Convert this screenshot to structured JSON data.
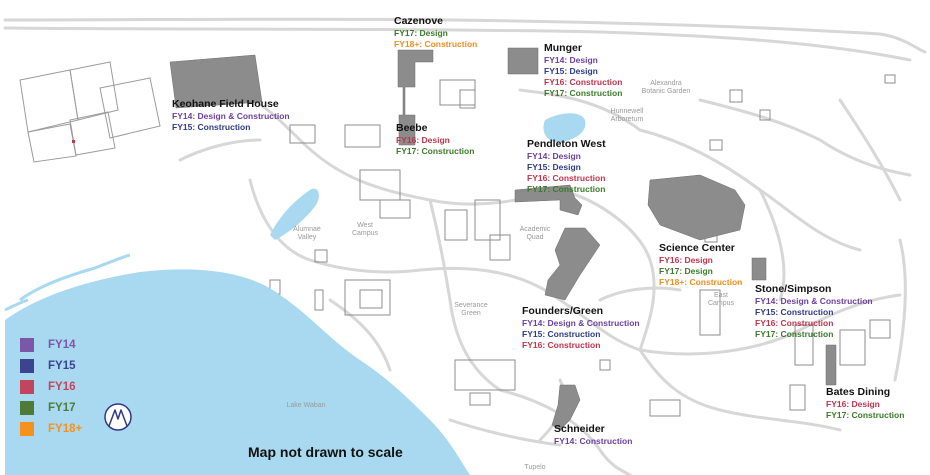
{
  "buildings": [
    {
      "id": "cazenove",
      "name": "Cazenove",
      "phases": [
        {
          "text": "FY17: Design",
          "color": "fy17"
        },
        {
          "text": "FY18+: Construction",
          "color": "fy18"
        }
      ]
    },
    {
      "id": "munger",
      "name": "Munger",
      "phases": [
        {
          "text": "FY14: Design",
          "color": "fy14"
        },
        {
          "text": "FY15: Design",
          "color": "fy15"
        },
        {
          "text": "FY16: Construction",
          "color": "fy16"
        },
        {
          "text": "FY17: Construction",
          "color": "fy17"
        }
      ]
    },
    {
      "id": "keohane",
      "name": "Keohane Field House",
      "phases": [
        {
          "text": "FY14: Design & Construction",
          "color": "fy14"
        },
        {
          "text": "FY15: Construction",
          "color": "fy15"
        }
      ]
    },
    {
      "id": "beebe",
      "name": "Beebe",
      "phases": [
        {
          "text": "FY16: Design",
          "color": "fy16"
        },
        {
          "text": "FY17: Construction",
          "color": "fy17"
        }
      ]
    },
    {
      "id": "pendleton",
      "name": "Pendleton West",
      "phases": [
        {
          "text": "FY14: Design",
          "color": "fy14"
        },
        {
          "text": "FY15: Design",
          "color": "fy15"
        },
        {
          "text": "FY16: Construction",
          "color": "fy16"
        },
        {
          "text": "FY17: Construction",
          "color": "fy17"
        }
      ]
    },
    {
      "id": "science",
      "name": "Science Center",
      "phases": [
        {
          "text": "FY16: Design",
          "color": "fy16"
        },
        {
          "text": "FY17: Design",
          "color": "fy17"
        },
        {
          "text": "FY18+: Construction",
          "color": "fy18"
        }
      ]
    },
    {
      "id": "stone",
      "name": "Stone/Simpson",
      "phases": [
        {
          "text": "FY14: Design & Construction",
          "color": "fy14"
        },
        {
          "text": "FY15: Construction",
          "color": "fy15"
        },
        {
          "text": "FY16: Construction",
          "color": "fy16"
        },
        {
          "text": "FY17: Construction",
          "color": "fy17"
        }
      ]
    },
    {
      "id": "founders",
      "name": "Founders/Green",
      "phases": [
        {
          "text": "FY14: Design & Construction",
          "color": "fy14"
        },
        {
          "text": "FY15: Construction",
          "color": "fy15"
        },
        {
          "text": "FY16: Construction",
          "color": "fy16"
        }
      ]
    },
    {
      "id": "bates",
      "name": "Bates Dining",
      "phases": [
        {
          "text": "FY16: Design",
          "color": "fy16"
        },
        {
          "text": "FY17: Construction",
          "color": "fy17"
        }
      ]
    },
    {
      "id": "schneider",
      "name": "Schneider",
      "phases": [
        {
          "text": "FY14: Construction",
          "color": "fy14"
        }
      ]
    }
  ],
  "areas": {
    "alexandra": "Alexandra\nBotanic Garden",
    "hunnewell": "Hunnewell\nArboretum",
    "west_campus": "West\nCampus",
    "alumnae_valley": "Alumnae\nValley",
    "academic_quad": "Academic\nQuad",
    "severance_green": "Severance\nGreen",
    "east_campus": "East\nCampus",
    "lake_waban": "Lake Waban",
    "tupelo": "Tupelo"
  },
  "legend": [
    {
      "label": "FY14",
      "color": "#7b57a8"
    },
    {
      "label": "FY15",
      "color": "#3c4490"
    },
    {
      "label": "FY16",
      "color": "#c0455d"
    },
    {
      "label": "FY17",
      "color": "#4e7a3a"
    },
    {
      "label": "FY18+",
      "color": "#f5921e"
    }
  ],
  "colors": {
    "fy14": "#6b3fa0",
    "fy15": "#2e3a87",
    "fy16": "#c0334d",
    "fy17": "#3b7a2a",
    "fy18": "#f28c1b",
    "water": "#a9d9f0",
    "building": "#8c8c8c",
    "road": "#d4d4d4"
  },
  "scale_note": "Map not drawn to scale",
  "north_icon": "compass-north-icon"
}
